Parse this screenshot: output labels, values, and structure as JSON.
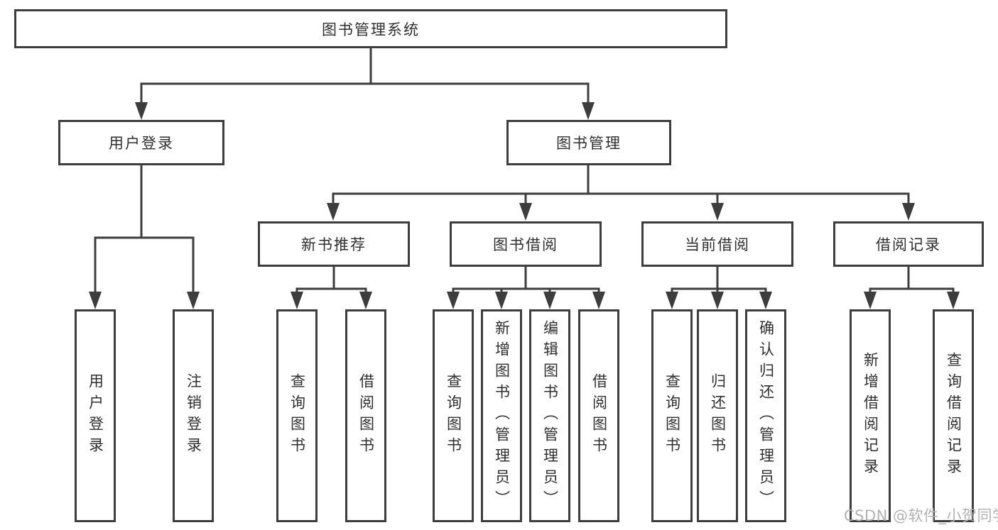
{
  "diagram": {
    "title": "图书管理系统",
    "root": {
      "label": "图书管理系统"
    },
    "branches": [
      {
        "label": "用户登录",
        "children": [
          {
            "label": "用户登录"
          },
          {
            "label": "注销登录"
          }
        ]
      },
      {
        "label": "图书管理",
        "children": [
          {
            "label": "新书推荐",
            "children": [
              {
                "label": "查询图书"
              },
              {
                "label": "借阅图书"
              }
            ]
          },
          {
            "label": "图书借阅",
            "children": [
              {
                "label": "查询图书"
              },
              {
                "label": "新增图书（管理员）"
              },
              {
                "label": "编辑图书（管理员）"
              },
              {
                "label": "借阅图书"
              }
            ]
          },
          {
            "label": "当前借阅",
            "children": [
              {
                "label": "查询图书"
              },
              {
                "label": "归还图书"
              },
              {
                "label": "确认归还（管理员）"
              }
            ]
          },
          {
            "label": "借阅记录",
            "children": [
              {
                "label": "新增借阅记录"
              },
              {
                "label": "查询借阅记录"
              }
            ]
          }
        ]
      }
    ]
  },
  "watermark": {
    "text": "CSDN @软件_小贺同学"
  },
  "colors": {
    "line": "#3d3d3d",
    "box_border": "#3d3d3d",
    "text": "#2f2f2f",
    "watermark": "#b2b2b2",
    "background": "#ffffff"
  }
}
